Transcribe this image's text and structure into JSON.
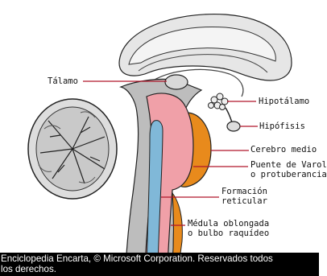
{
  "labels": {
    "talamo": "Tálamo",
    "hipotalamo": "Hipotálamo",
    "hipofisis": "Hipófisis",
    "cerebro_medio": "Cerebro medio",
    "puente_line1": "Puente de Varolio",
    "puente_line2": "o protuberancia anular",
    "formacion_line1": "Formación",
    "formacion_line2": "reticular",
    "medula_line1": "Médula oblongada",
    "medula_line2": "o bulbo raquídeo"
  },
  "caption": {
    "line1": "Enciclopedia Encarta, © Microsoft Corporation. Reservados todos",
    "line2": "los derechos."
  },
  "colors": {
    "pink": "#f0a0a8",
    "orange": "#e88a1c",
    "blue": "#80b8d8",
    "grey": "#bdbdbd",
    "caption_bg": "#000000",
    "caption_text": "#ffffff"
  }
}
